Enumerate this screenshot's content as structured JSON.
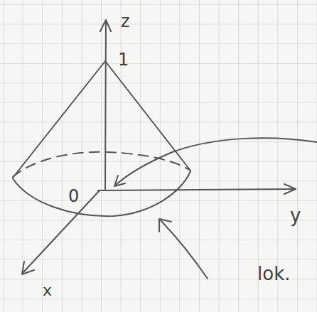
{
  "diagram": {
    "labels": [
      "z",
      "1",
      "0",
      "y",
      "x",
      "lok."
    ]
  }
}
